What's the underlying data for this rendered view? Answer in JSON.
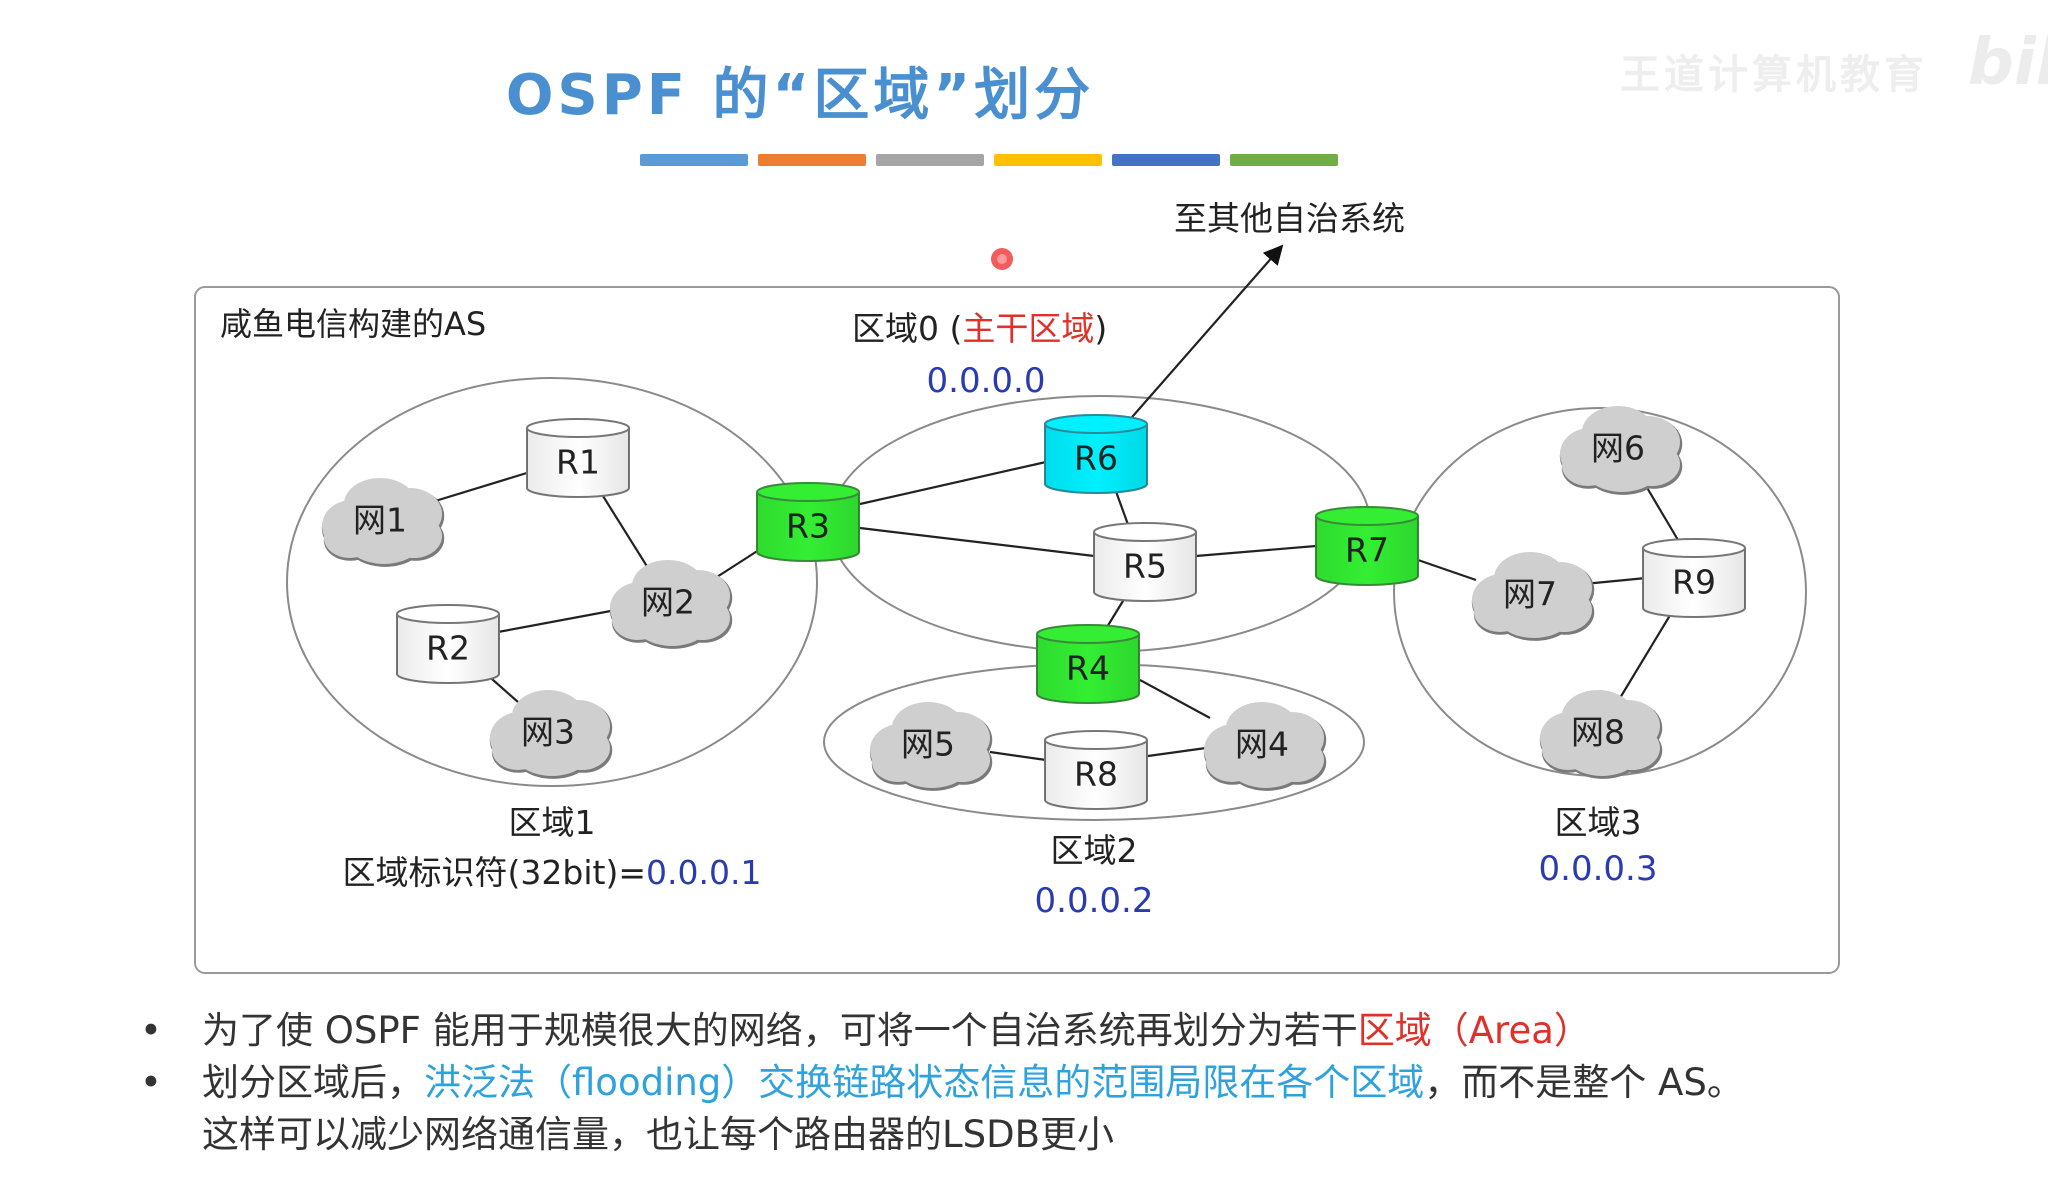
{
  "title": "OSPF 的“区域”划分",
  "stripe_colors": [
    "#5b9bd5",
    "#ed7d31",
    "#a5a5a5",
    "#ffc000",
    "#4472c4",
    "#70ad47"
  ],
  "watermark": "王道计算机教育",
  "watermark_logo": "bili",
  "as_label": "咸鱼电信构建的AS",
  "external_label": "至其他自治系统",
  "areas": {
    "area0": {
      "name": "区域0 (",
      "backbone": "主干区域",
      "close": ")",
      "id": "0.0.0.0"
    },
    "area1": {
      "name": "区域1",
      "id_prefix": "区域标识符(32bit)=",
      "id": "0.0.0.1"
    },
    "area2": {
      "name": "区域2",
      "id": "0.0.0.2"
    },
    "area3": {
      "name": "区域3",
      "id": "0.0.0.3"
    }
  },
  "routers": {
    "R1": "R1",
    "R2": "R2",
    "R3": "R3",
    "R4": "R4",
    "R5": "R5",
    "R6": "R6",
    "R7": "R7",
    "R8": "R8",
    "R9": "R9"
  },
  "networks": {
    "net1": "网1",
    "net2": "网2",
    "net3": "网3",
    "net4": "网4",
    "net5": "网5",
    "net6": "网6",
    "net7": "网7",
    "net8": "网8"
  },
  "colors": {
    "area_border_router": "#33ee33",
    "as_boundary_router": "#00f0ff",
    "internal_router": "#ffffff",
    "network_cloud": "#cfcfcf",
    "area_id": "#2a3bb0",
    "backbone_text": "#e0302a",
    "highlight_text": "#2ea2dc"
  },
  "notes": [
    {
      "bullet": "•",
      "part1": "为了使 OSPF 能用于规模很大的网络，可将一个自治系统再划分为若干",
      "highlight": "区域（Area）"
    },
    {
      "bullet": "•",
      "part1": "划分区域后，",
      "highlight": "洪泛法（flooding）交换链路状态信息的范围局限在各个区域",
      "part2": "，而不是整个 AS。",
      "line2": "这样可以减少网络通信量，也让每个路由器的LSDB更小"
    }
  ]
}
